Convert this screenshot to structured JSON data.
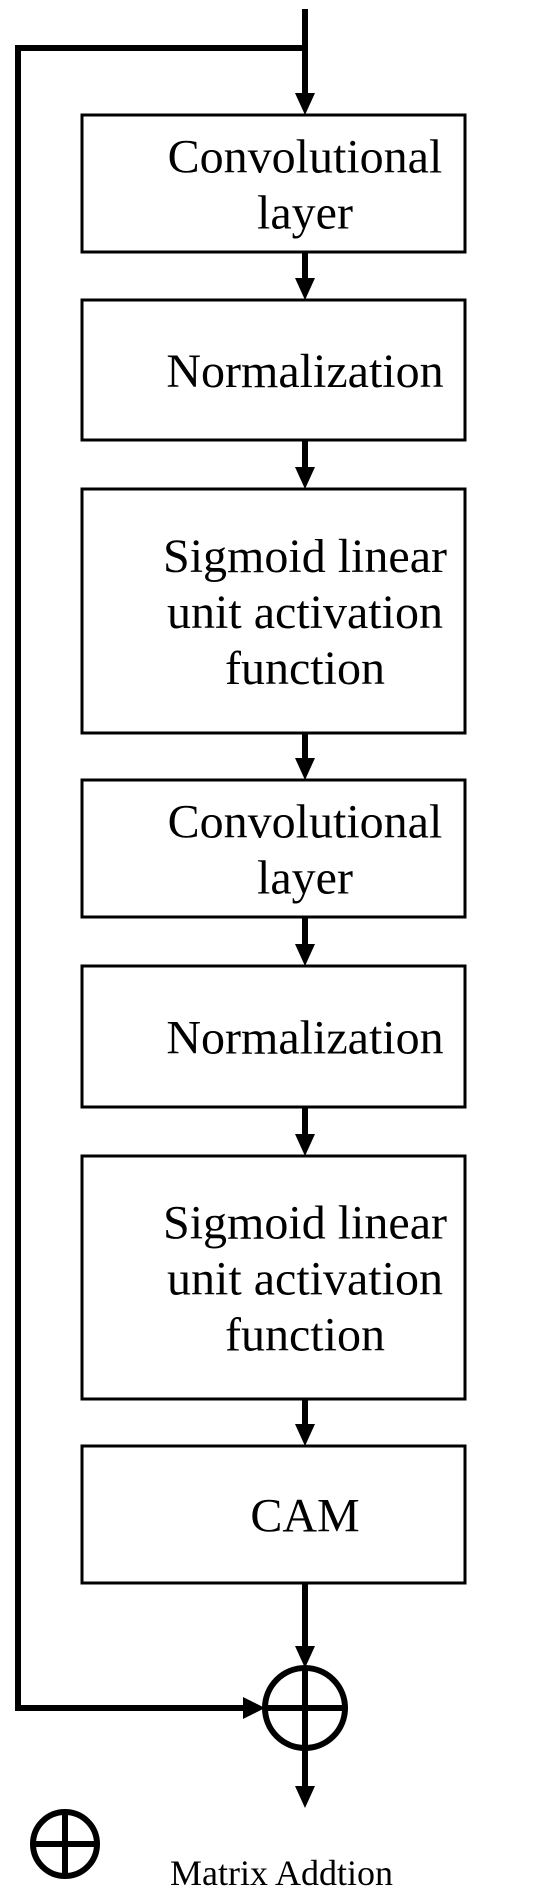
{
  "blocks": [
    {
      "label": "Convolutional layer",
      "lines": [
        "Convolutional",
        "layer"
      ]
    },
    {
      "label": "Normalization",
      "lines": [
        "Normalization"
      ]
    },
    {
      "label": "Sigmoid linear unit activation function",
      "lines": [
        "Sigmoid linear",
        "unit activation",
        "function"
      ]
    },
    {
      "label": "Convolutional layer",
      "lines": [
        "Convolutional",
        "layer"
      ]
    },
    {
      "label": "Normalization",
      "lines": [
        "Normalization"
      ]
    },
    {
      "label": "Sigmoid linear unit activation function",
      "lines": [
        "Sigmoid linear",
        "unit activation",
        "function"
      ]
    },
    {
      "label": "CAM",
      "lines": [
        "CAM"
      ]
    }
  ],
  "addition_node": {
    "symbol": "matrix-addition-icon"
  },
  "legend": {
    "symbol": "matrix-addition-icon",
    "label": "Matrix Addtion"
  },
  "colors": {
    "stroke": "#000000",
    "background": "#ffffff"
  }
}
